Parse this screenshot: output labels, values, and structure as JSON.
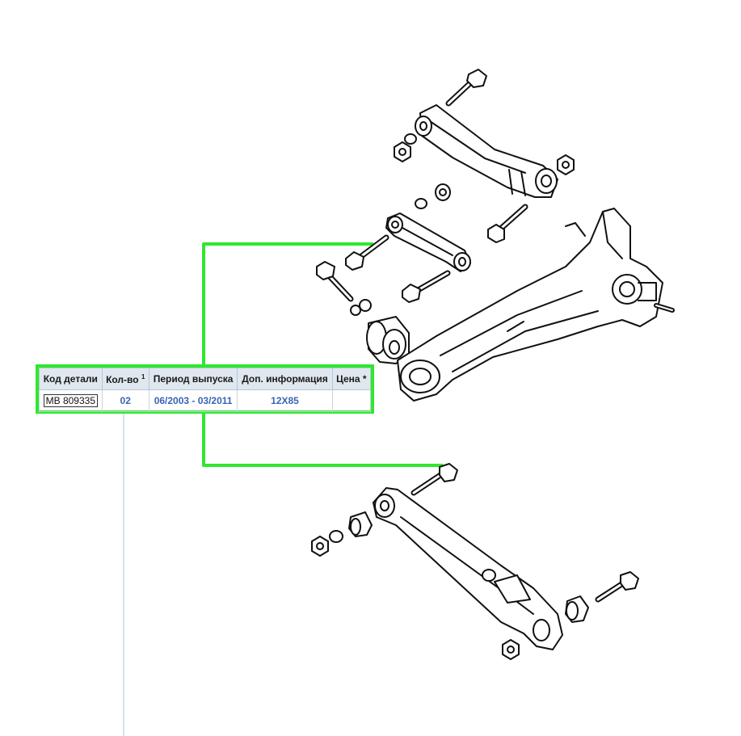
{
  "table": {
    "headers": {
      "code": "Код детали",
      "qty": "Кол-во",
      "qty_sup": "1",
      "period": "Период выпуска",
      "info": "Доп. информация",
      "price": "Цена *"
    },
    "row": {
      "code": "MB 809335",
      "qty": "02",
      "period": "06/2003 - 03/2011",
      "info": "12X85",
      "price": ""
    }
  },
  "colors": {
    "highlight": "#2ee82e",
    "linework": "#111111",
    "header_bg": "#dfe7ef",
    "value_text": "#3b63b5",
    "guide_line": "#a9c3e0"
  }
}
